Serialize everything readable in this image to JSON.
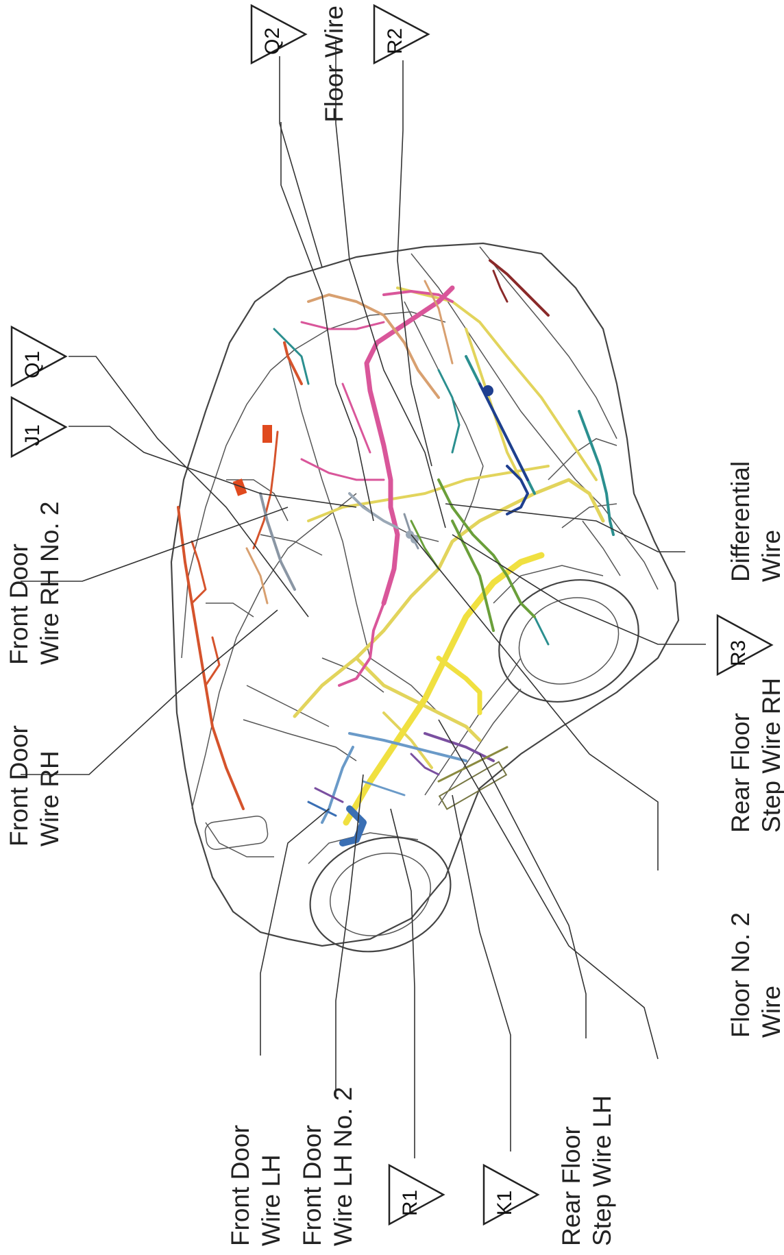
{
  "diagram": {
    "labels": {
      "floor_wire": "Floor Wire",
      "differential_wire": [
        "Differential",
        "Wire"
      ],
      "front_door_wire_rh_no2": [
        "Front Door",
        "Wire RH No. 2"
      ],
      "front_door_wire_rh": [
        "Front Door",
        "Wire RH"
      ],
      "rear_floor_step_wire_rh": [
        "Rear Floor",
        "Step Wire RH"
      ],
      "floor_no2_wire": [
        "Floor No. 2",
        "Wire"
      ],
      "front_door_wire_lh": [
        "Front Door",
        "Wire LH"
      ],
      "front_door_wire_lh_no2": [
        "Front Door",
        "Wire LH No. 2"
      ],
      "rear_floor_step_wire_lh": [
        "Rear Floor",
        "Step Wire LH"
      ]
    },
    "markers": {
      "q2": "Q2",
      "r2": "R2",
      "q1": "Q1",
      "j1": "J1",
      "r3": "R3",
      "r1": "R1",
      "k1": "K1"
    },
    "wire_colors": {
      "floor_wire": "#e2d45c",
      "main_pink": "#d9569a",
      "orange_red": "#d5532c",
      "teal": "#2b8f8f",
      "navy": "#1f3f8f",
      "green": "#6a9f3a",
      "light_blue": "#6a9ac8",
      "violet": "#7a4fa0",
      "tan": "#d8a070",
      "maroon": "#8a2a2a",
      "gray": "#8a96a4",
      "yellow_bright": "#f0e040"
    }
  }
}
